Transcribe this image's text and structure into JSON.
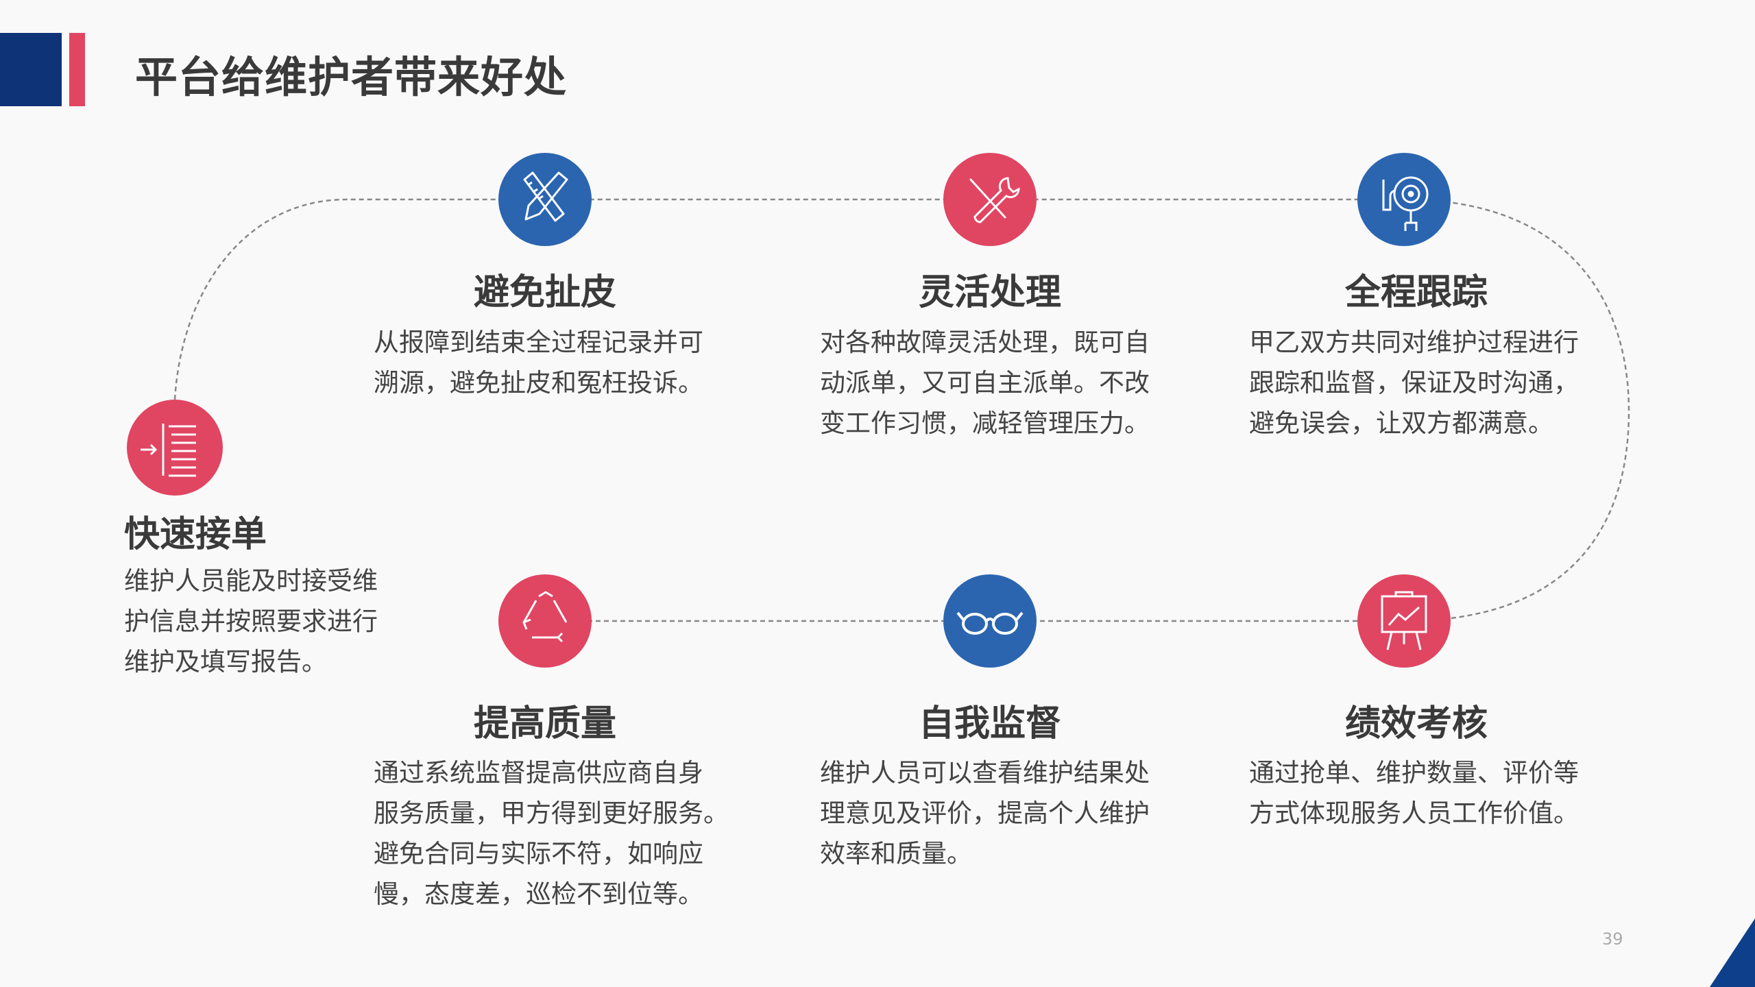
{
  "title": "平台给维护者带来好处",
  "colors": {
    "blue": "#2b65b0",
    "red": "#e04562",
    "navy": "#0e3477"
  },
  "items": [
    {
      "icon": "pencil-ruler-icon",
      "color": "blue",
      "heading": "避免扯皮",
      "lines": [
        "从报障到结束全过程记录并可",
        "溯源，避免扯皮和冤枉投诉。"
      ]
    },
    {
      "icon": "wrench-screwdriver-icon",
      "color": "red",
      "heading": "灵活处理",
      "lines": [
        "对各种故障灵活处理，既可自",
        "动派单，又可自主派单。不改",
        "变工作习惯，减轻管理压力。"
      ]
    },
    {
      "icon": "target-tracking-icon",
      "color": "blue",
      "heading": "全程跟踪",
      "lines": [
        "甲乙双方共同对维护过程进行",
        "跟踪和监督，保证及时沟通，",
        "避免误会，让双方都满意。"
      ]
    },
    {
      "icon": "receive-list-icon",
      "color": "red",
      "heading": "快速接单",
      "lines": [
        "维护人员能及时接受维",
        "护信息并按照要求进行",
        "维护及填写报告。"
      ]
    },
    {
      "icon": "recycle-icon",
      "color": "red",
      "heading": "提高质量",
      "lines": [
        "通过系统监督提高供应商自身",
        "服务质量，甲方得到更好服务。",
        "避免合同与实际不符，如响应",
        "慢，态度差，巡检不到位等。"
      ]
    },
    {
      "icon": "glasses-icon",
      "color": "blue",
      "heading": "自我监督",
      "lines": [
        "维护人员可以查看维护结果处",
        "理意见及评价，提高个人维护",
        "效率和质量。"
      ]
    },
    {
      "icon": "chart-board-icon",
      "color": "red",
      "heading": "绩效考核",
      "lines": [
        "通过抢单、维护数量、评价等",
        "方式体现服务人员工作价值。"
      ]
    }
  ],
  "page_number": "39"
}
